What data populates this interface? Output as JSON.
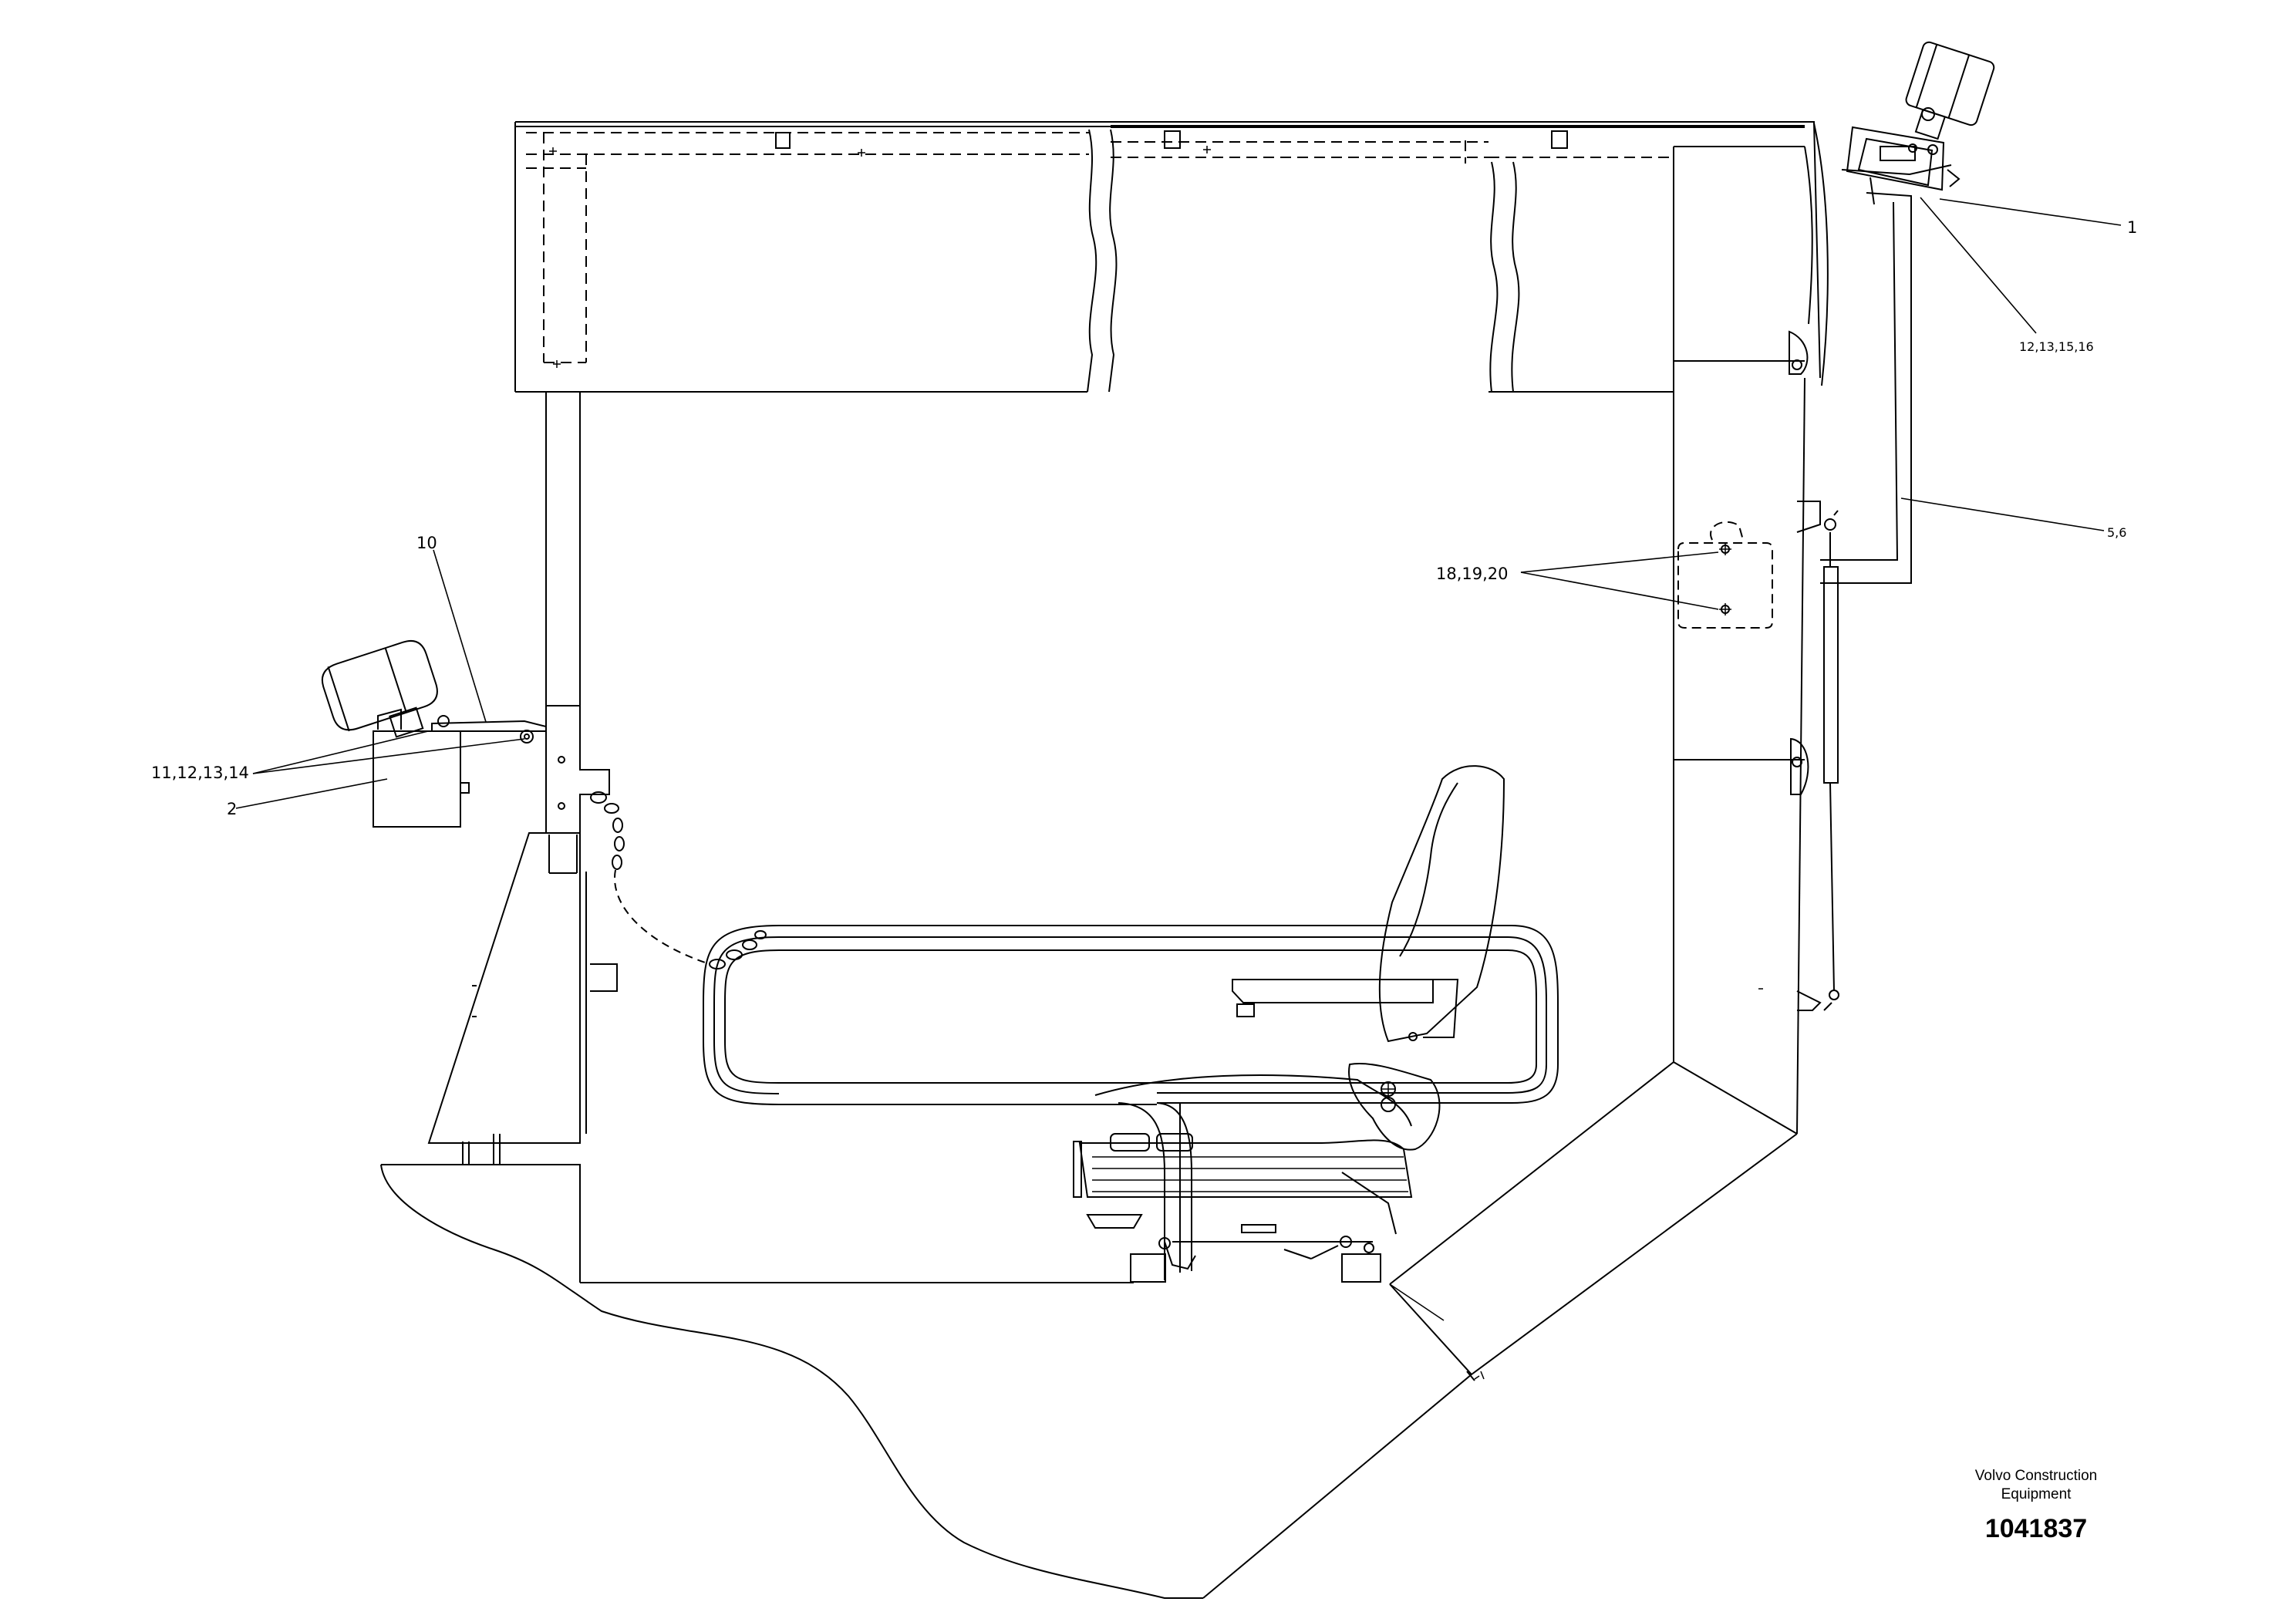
{
  "callouts": {
    "c1": "1",
    "c12_13_15_16": "12,13,15,16",
    "c5_6": "5,6",
    "c18_19_20": "18,19,20",
    "c10": "10",
    "c11_12_13_14": "11,12,13,14",
    "c2": "2"
  },
  "title_block": {
    "company_line1": "Volvo Construction",
    "company_line2": "Equipment",
    "drawing_number": "1041837"
  }
}
